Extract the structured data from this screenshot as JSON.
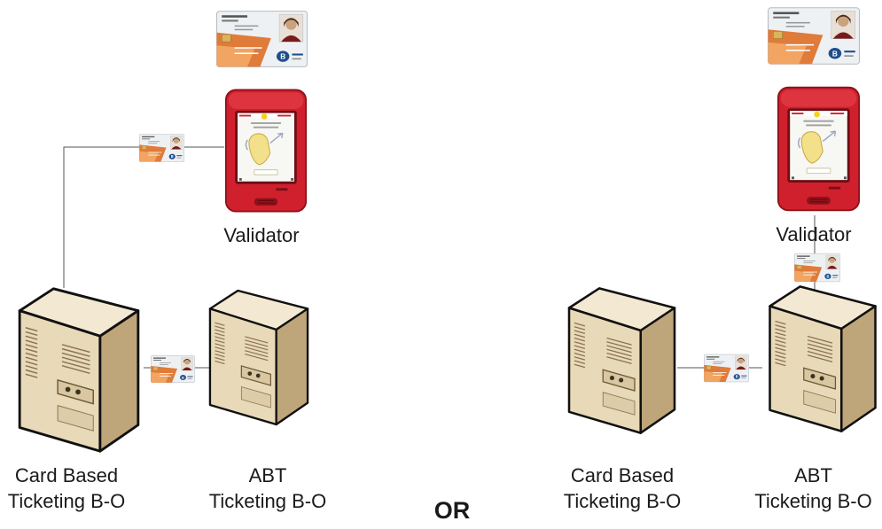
{
  "left_scenario": {
    "validator_label": "Validator",
    "card_based_label": [
      "Card Based",
      "Ticketing B-O"
    ],
    "abt_label": [
      "ABT",
      "Ticketing B-O"
    ]
  },
  "right_scenario": {
    "validator_label": "Validator",
    "card_based_label": [
      "Card Based",
      "Ticketing B-O"
    ],
    "abt_label": [
      "ABT",
      "Ticketing B-O"
    ]
  },
  "separator_label": "OR",
  "colors": {
    "server_front": "#e8d9b8",
    "server_side": "#bfa57a",
    "server_top": "#f3e9d2",
    "validator_red": "#d0202d",
    "card_orange": "#e07b3a",
    "card_blue": "#1f4e8c",
    "connector": "#555555"
  },
  "icons": [
    "server-icon",
    "validator-icon",
    "id-card-icon"
  ]
}
